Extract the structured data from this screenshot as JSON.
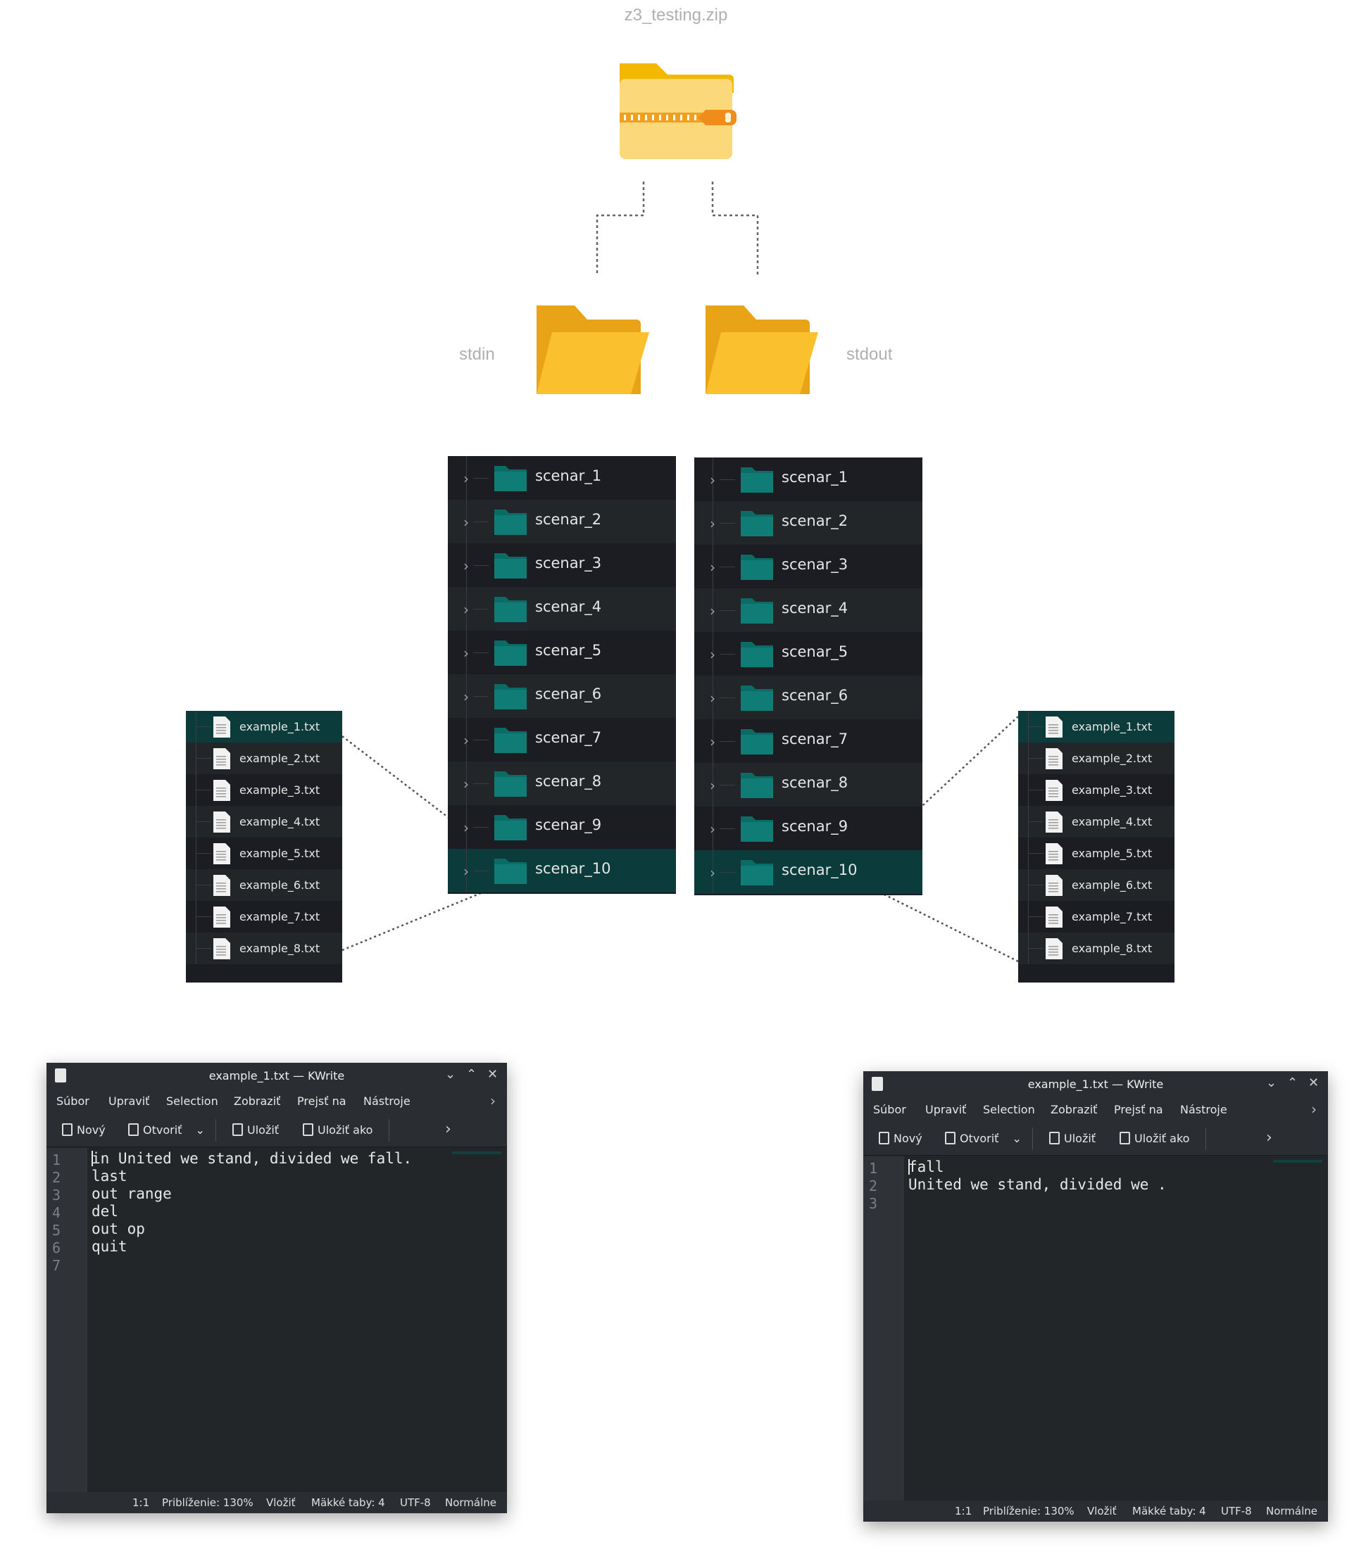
{
  "zip": {
    "name": "z3_testing.zip"
  },
  "folders": {
    "left_label": "stdin",
    "right_label": "stdout"
  },
  "stdin_panel": {
    "items": [
      "scenar_1",
      "scenar_2",
      "scenar_3",
      "scenar_4",
      "scenar_5",
      "scenar_6",
      "scenar_7",
      "scenar_8",
      "scenar_9",
      "scenar_10"
    ],
    "selected": "scenar_10"
  },
  "stdout_panel": {
    "items": [
      "scenar_1",
      "scenar_2",
      "scenar_3",
      "scenar_4",
      "scenar_5",
      "scenar_6",
      "scenar_7",
      "scenar_8",
      "scenar_9",
      "scenar_10"
    ],
    "selected": "scenar_10"
  },
  "stdin_files": {
    "items": [
      "example_1.txt",
      "example_2.txt",
      "example_3.txt",
      "example_4.txt",
      "example_5.txt",
      "example_6.txt",
      "example_7.txt",
      "example_8.txt"
    ],
    "selected": "example_1.txt"
  },
  "stdout_files": {
    "items": [
      "example_1.txt",
      "example_2.txt",
      "example_3.txt",
      "example_4.txt",
      "example_5.txt",
      "example_6.txt",
      "example_7.txt",
      "example_8.txt"
    ],
    "selected": "example_1.txt"
  },
  "kwrite_common": {
    "menu": [
      "Súbor",
      "Upraviť",
      "Selection",
      "Zobraziť",
      "Prejsť na",
      "Nástroje"
    ],
    "toolbar": {
      "new": "Nový",
      "open": "Otvoriť",
      "save": "Uložiť",
      "save_as": "Uložiť ako"
    },
    "status": {
      "position": "1:1",
      "zoom": "Priblíženie: 130%",
      "mode": "Vložiť",
      "tabs": "Mäkké taby: 4",
      "encoding": "UTF-8",
      "highlight": "Normálne"
    }
  },
  "kwrite_left": {
    "title": "example_1.txt — KWrite",
    "line_numbers": [
      "1",
      "2",
      "3",
      "4",
      "5",
      "6",
      "7"
    ],
    "lines": [
      "in United we stand, divided we fall.",
      "last",
      "out range",
      "del",
      "out op",
      "quit",
      ""
    ]
  },
  "kwrite_right": {
    "title": "example_1.txt — KWrite",
    "line_numbers": [
      "1",
      "2",
      "3"
    ],
    "lines": [
      "fall",
      "United we stand, divided we .",
      ""
    ]
  },
  "colors": {
    "teal": "#0b6b65",
    "selected_row": "#0b3b3a",
    "folder_yellow": "#fbc02d",
    "folder_dark": "#e8a317",
    "zipper": "#ef8c1a"
  }
}
